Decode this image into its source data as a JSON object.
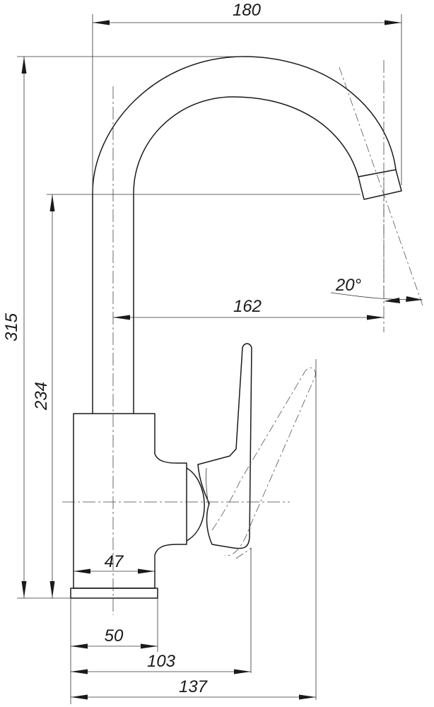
{
  "dimensions": {
    "overall_width": "180",
    "overall_height": "315",
    "spout_height": "234",
    "spout_reach": "162",
    "swivel_angle": "20°",
    "body_radius": "47",
    "base_width": "50",
    "lever_projection": "103",
    "lever_reach": "137"
  }
}
